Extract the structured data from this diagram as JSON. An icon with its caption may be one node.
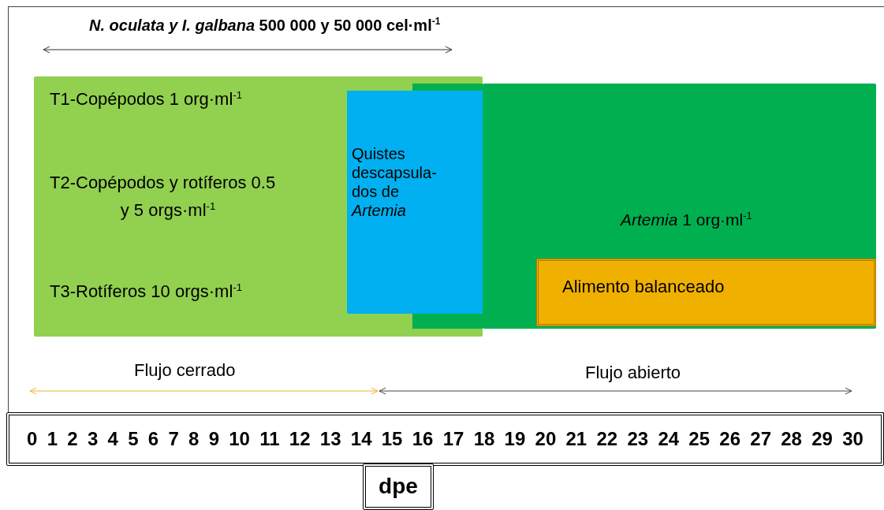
{
  "diagram": {
    "title": "*N. oculata y I. galbana* 500 000 y 50 000  cel·ml$^{-1}$",
    "nodes": [
      {
        "text": [
          "T1-Copépodos 1 org·ml$^{-1}$",
          "T2-Copépodos y rotíferos 0.5 y 5 orgs·ml$^{-1}$",
          "T3-Rotíferos 10 orgs·ml$^{-1}$"
        ]
      },
      {
        "text": [
          "Quistes descapsula- dos de *Artemia*"
        ],
        "in": 0
      },
      {
        "text": [
          "*Artemia* 1 org·ml$^{-1}$"
        ]
      },
      {
        "text": [
          "Alimento balanceado"
        ],
        "in": 2
      },
      {
        "text": [
          "0 1 2 3 4 5 6 7 8 9 10 11 12 13 14 15 16 17 18 19 20 21 22 23 24 25 26 27 28 29 30"
        ]
      },
      {
        "text": [
          "dpe"
        ]
      }
    ],
    "edges": [],
    "labels": [
      "Flujo cerrado",
      "Flujo abierto"
    ]
  }
}
